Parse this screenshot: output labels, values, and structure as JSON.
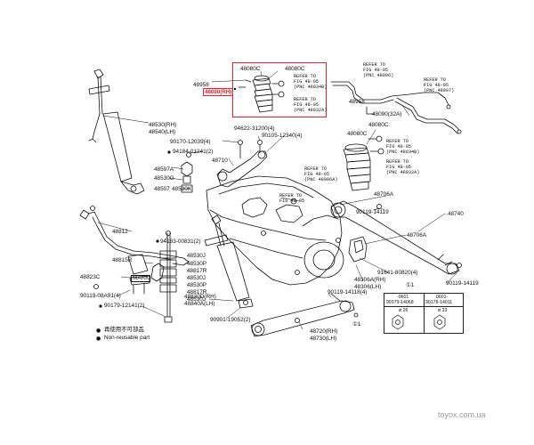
{
  "labels": {
    "p48080c_a": "48080C",
    "p48080c_b": "48080C",
    "p48958": "48958",
    "p48080_rh": "48080(RH)",
    "p48530_rh": "48530(RH)",
    "p48540_lh": "48540(LH)",
    "p90170_12039": "90170-12039(4)",
    "p94184_01241": "94184-01241(2)",
    "p48710": "48710",
    "p94622_31200": "94622-31200(4)",
    "p90105_12340": "90105-12340(4)",
    "p48597a": "48597A",
    "p48530g": "48530G",
    "p48507": "48507",
    "p48530k": "48530K",
    "p48080c_c": "48080C",
    "p48958_b": "48958",
    "p48090_32a": "48090(32A)",
    "p48706a_a": "48706A",
    "p90119_14119_a": "90119-14119",
    "p48740": "48740",
    "p48706a_b": "48706A",
    "p48812": "48812",
    "p94183_00831": "94183-00831(2)",
    "p48530j_a": "48530J",
    "p48815r": "48815R",
    "p48530p_a": "48530P",
    "p48817r_a": "48817R",
    "p48530j_b": "48530J",
    "p48823c": "48823C",
    "mark": "MARK",
    "p48530p_b": "48530P",
    "p48817r_b": "48817R",
    "p48530j_c": "48530J",
    "p90119_08a91": "90119-08A91(4)",
    "p90179_12141": "90179-12141(2)",
    "p48830d_rh": "48830D(RH)",
    "p48840a_lh": "48840A(LH)",
    "p90901_19052": "90901-19052(2)",
    "p90119_14118": "90119-14118(4)",
    "p48720_rh": "48720(RH)",
    "p48730_lh": "48730(LH)",
    "p91641_80820": "91641-80820(4)",
    "p48306a_rh": "48306A(RH)",
    "p48306_lh": "48306(LH)",
    "p90119_14119_b": "90119-14119"
  },
  "refs": {
    "ref1": "REFER TO\nFIG 48-05\n(PNC 48934B)",
    "ref2": "REFER TO\nFIG 48-05\n(PNC 48932A)",
    "ref3": "REFER TO\nFIG 48-05\n(PNC 48906)",
    "ref4": "REFER TO\nFIG 48-05\n(PNC 48907)",
    "ref5": "REFER TO\nFIG 48-05\n(PNC 48934B)",
    "ref6": "REFER TO\nFIG 48-05\n(PNC 48932A)",
    "ref7": "REFER TO\nFIG 48-05\n(PNC 48906A)",
    "ref8": "REFER TO\nFIG 48-05"
  },
  "table": {
    "h1": "-0601",
    "h2": "0601-",
    "p1": "90179-14068",
    "p2": "90178-14011",
    "d1": "ø 26",
    "d2": "ø 33"
  },
  "legend": {
    "sym_non_reusable": "●",
    "text_jp": "再使用不可部品",
    "text_en": "Non-reusable part",
    "sym_n1": "①1",
    "sym_n2": "①1"
  },
  "watermark": "toyox.com.ua"
}
